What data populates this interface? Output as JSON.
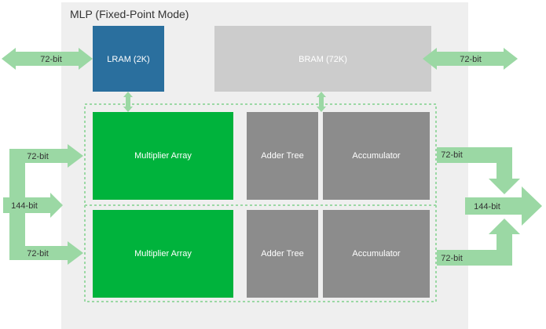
{
  "title": "MLP (Fixed-Point Mode)",
  "lram_label": "LRAM (2K)",
  "bram_label": "BRAM (72K)",
  "rows": [
    {
      "multiplier": "Multiplier Array",
      "adder": "Adder Tree",
      "accumulator": "Accumulator"
    },
    {
      "multiplier": "Multiplier Array",
      "adder": "Adder Tree",
      "accumulator": "Accumulator"
    }
  ],
  "arrows": {
    "left_top_io": "72-bit",
    "right_top_io": "72-bit",
    "left_in_upper": "72-bit",
    "left_in_144": "144-bit",
    "left_in_lower": "72-bit",
    "right_out_upper": "72-bit",
    "right_out_lower": "72-bit",
    "right_out_144": "144-bit"
  },
  "colors": {
    "mlp_bg": "#efefef",
    "lram": "#2a6f9e",
    "bram": "#cccccc",
    "multiplier": "#00b33c",
    "adder": "#8c8c8c",
    "accumulator": "#8c8c8c",
    "arrow": "#9bd8a4",
    "dotted_border": "#9bd8a4"
  }
}
